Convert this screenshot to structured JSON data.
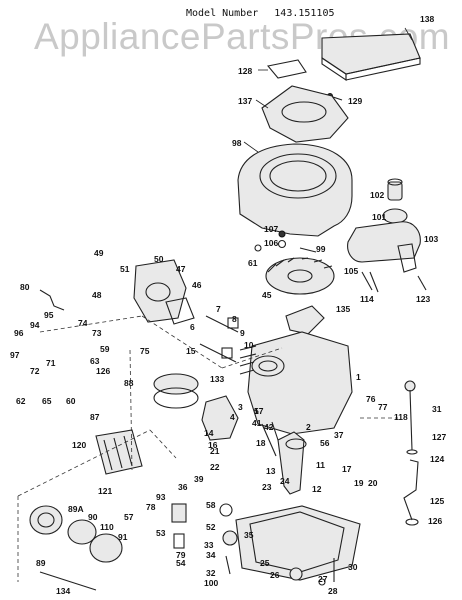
{
  "watermark": "AppliancePartsPros.com",
  "header": {
    "model_label": "Model Number",
    "model_number": "143.151105"
  },
  "part_labels": [
    "138",
    "128",
    "129",
    "137",
    "98",
    "102",
    "101",
    "103",
    "107",
    "106",
    "99",
    "61",
    "105",
    "114",
    "123",
    "80",
    "49",
    "51",
    "50",
    "47",
    "48",
    "46",
    "45",
    "135",
    "95",
    "94",
    "74",
    "73",
    "96",
    "97",
    "72",
    "71",
    "63",
    "59",
    "75",
    "126",
    "62",
    "65",
    "60",
    "88",
    "87",
    "7",
    "8",
    "6",
    "9",
    "10",
    "15",
    "133",
    "1",
    "76",
    "77",
    "118",
    "31",
    "3",
    "4",
    "5",
    "41",
    "42",
    "17",
    "18",
    "56",
    "37",
    "2",
    "11",
    "14",
    "16",
    "127",
    "124",
    "125",
    "126",
    "120",
    "121",
    "93",
    "39",
    "36",
    "22",
    "21",
    "13",
    "23",
    "24",
    "12",
    "19",
    "20",
    "17",
    "89A",
    "90",
    "110",
    "91",
    "89",
    "57",
    "78",
    "53",
    "52",
    "58",
    "35",
    "54",
    "34",
    "33",
    "32",
    "100",
    "25",
    "26",
    "27",
    "28",
    "30",
    "134",
    "79"
  ]
}
